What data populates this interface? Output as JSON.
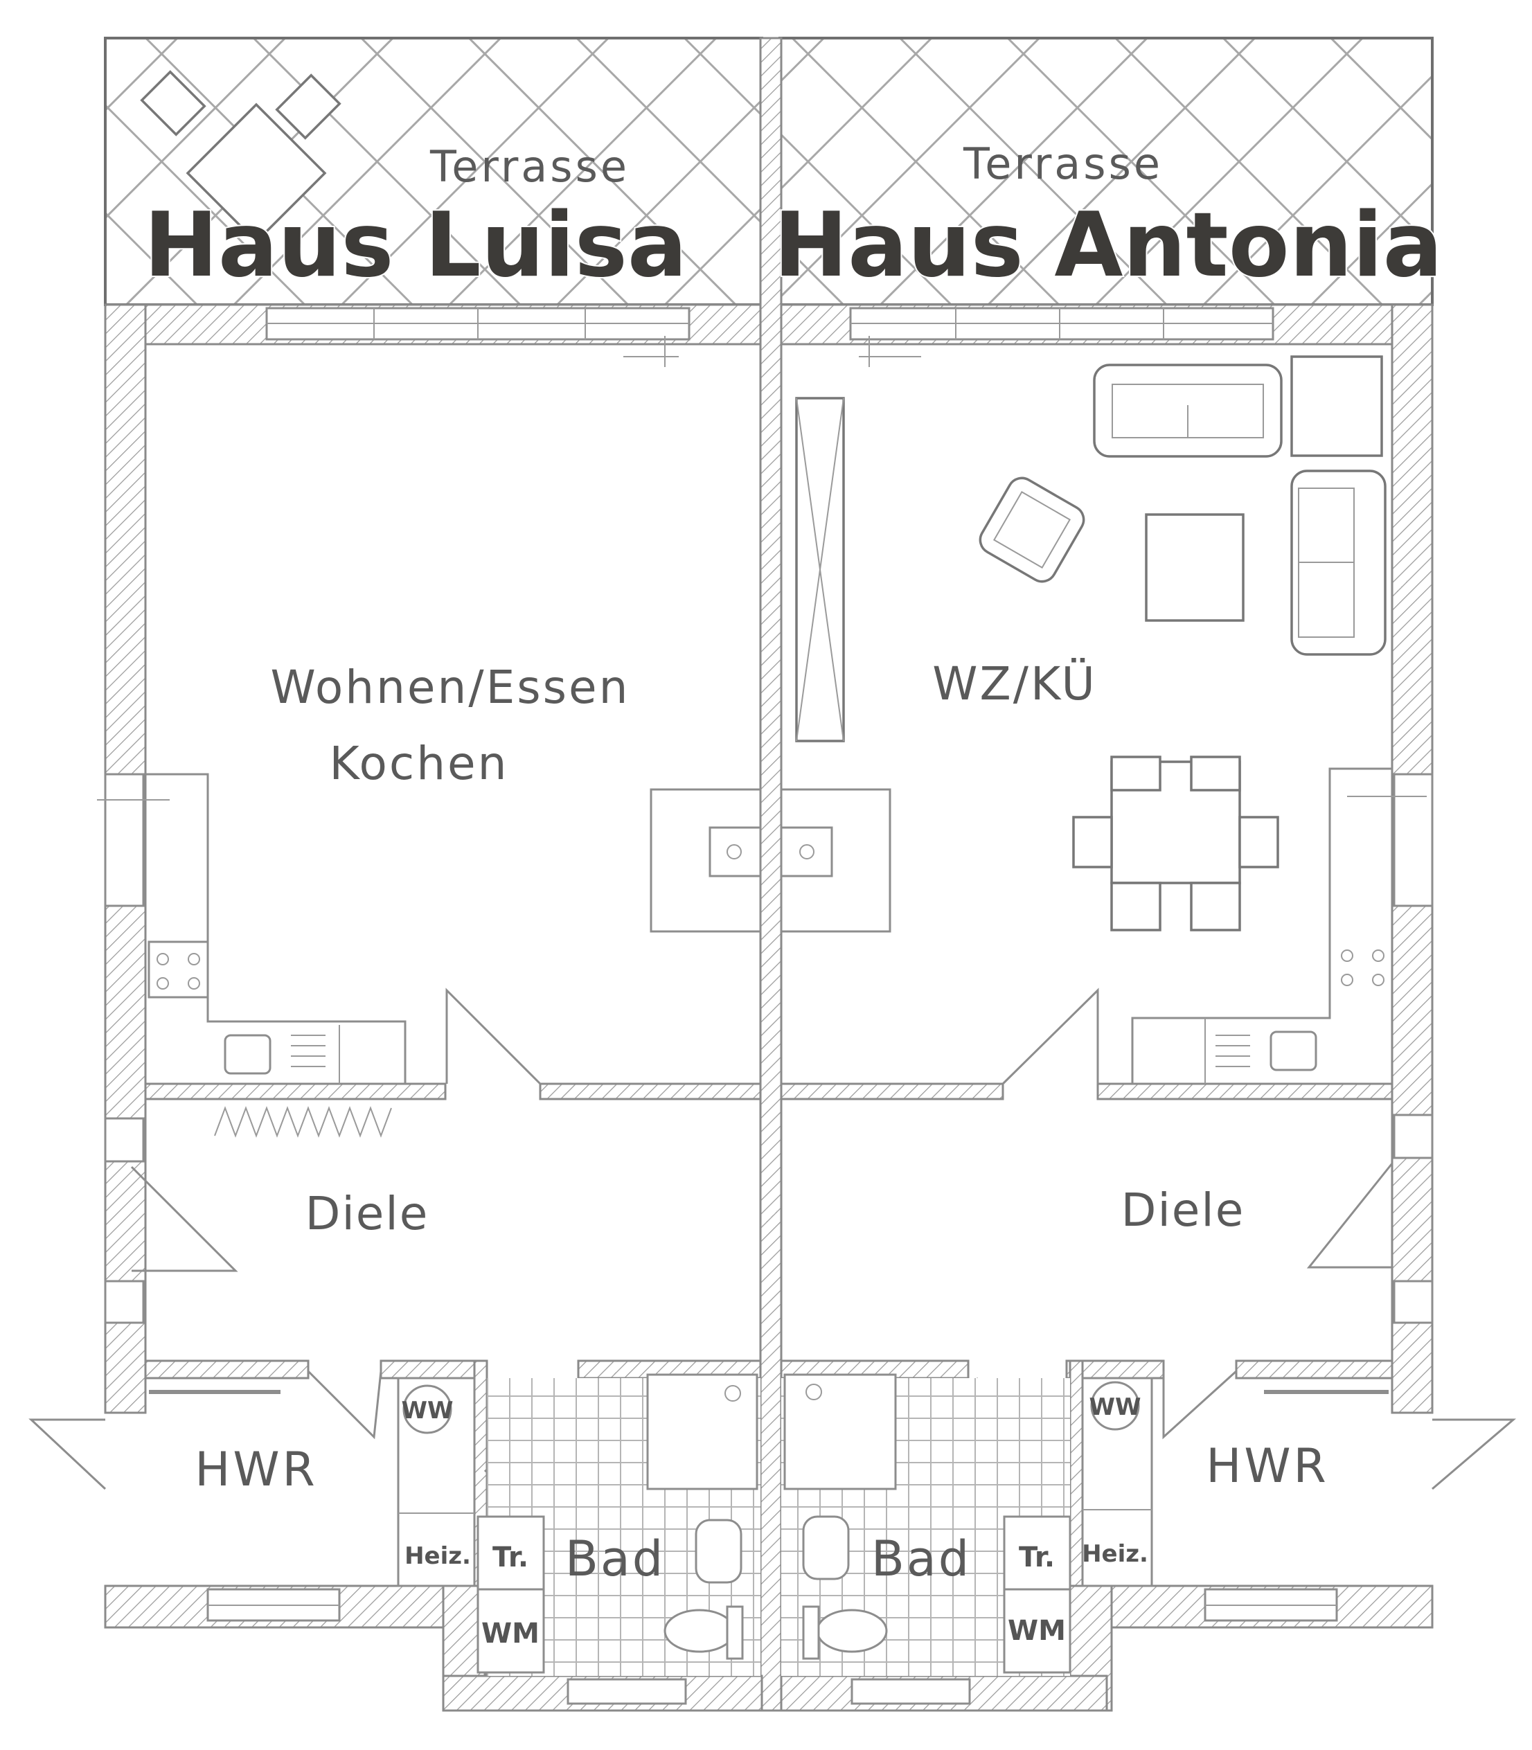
{
  "houses": {
    "left": {
      "title": "Haus Luisa"
    },
    "right": {
      "title": "Haus Antonia"
    }
  },
  "rooms": {
    "left": {
      "terrace": "Terrasse",
      "living_line1": "Wohnen/Essen",
      "living_line2": "Kochen",
      "hall": "Diele",
      "utility": "HWR",
      "bath": "Bad",
      "hot_water": "WW",
      "heating": "Heiz.",
      "dryer": "Tr.",
      "washer": "WM"
    },
    "right": {
      "terrace": "Terrasse",
      "living": "WZ/KÜ",
      "hall": "Diele",
      "utility": "HWR",
      "bath": "Bad",
      "hot_water": "WW",
      "heating": "Heiz.",
      "dryer": "Tr.",
      "washer": "WM"
    }
  },
  "colors": {
    "line": "#8d8d8d",
    "title": "#3d3b38",
    "label": "#5a5a5a"
  }
}
